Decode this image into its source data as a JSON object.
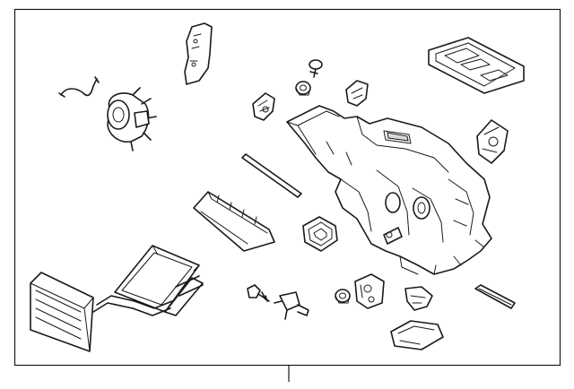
{
  "diagram": {
    "parts": [
      {
        "id": "housing",
        "name": "hvac-housing"
      },
      {
        "id": "blower",
        "name": "blower-motor"
      },
      {
        "id": "harness",
        "name": "wire-harness"
      },
      {
        "id": "bracket",
        "name": "mounting-bracket"
      },
      {
        "id": "screw-top",
        "name": "screw"
      },
      {
        "id": "grommet",
        "name": "grommet"
      },
      {
        "id": "actuator-a",
        "name": "actuator"
      },
      {
        "id": "actuator-b",
        "name": "actuator"
      },
      {
        "id": "actuator-c",
        "name": "actuator"
      },
      {
        "id": "tray",
        "name": "filter-door"
      },
      {
        "id": "seal-strip",
        "name": "seal-strip"
      },
      {
        "id": "duct",
        "name": "duct"
      },
      {
        "id": "seal-ring",
        "name": "seal-ring"
      },
      {
        "id": "evaporator",
        "name": "evaporator-core"
      },
      {
        "id": "filter",
        "name": "cabin-filter"
      },
      {
        "id": "bolt",
        "name": "bolt"
      },
      {
        "id": "valve",
        "name": "expansion-valve"
      },
      {
        "id": "grommet-2",
        "name": "grommet"
      },
      {
        "id": "block",
        "name": "connector-block"
      },
      {
        "id": "clip",
        "name": "clip"
      },
      {
        "id": "gasket",
        "name": "gasket"
      },
      {
        "id": "shield",
        "name": "drain-shield"
      }
    ]
  }
}
